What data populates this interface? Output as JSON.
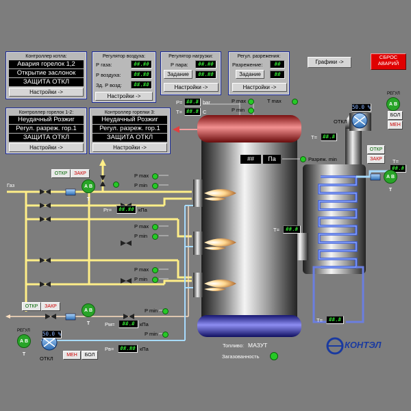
{
  "panels": {
    "boiler_ctrl": {
      "title": "Контроллер котла:",
      "rows": [
        "Авария горелок 1,2",
        "Открытие заслонок",
        "ЗАЩИТА ОТКЛ"
      ],
      "settings": "Настройки ->"
    },
    "air_reg": {
      "title": "Регулятор воздуха:",
      "gas_label": "Р газа:",
      "air_label": "Р воздуха:",
      "setp_label": "Зд. Р возд:",
      "val": "##.##",
      "settings": "Настройки ->"
    },
    "load_reg": {
      "title": "Регулятор нагрузки:",
      "steam_label": "Р пара:",
      "setpoint": "Задание",
      "val": "##.##",
      "settings": "Настройки ->"
    },
    "vac_reg": {
      "title": "Регул. разрежения:",
      "vac_label": "Разрежение:",
      "setpoint": "Задание",
      "val": "##",
      "settings": "Настройки ->"
    },
    "burner12": {
      "title": "Контроллер горелок 1-2:",
      "rows": [
        "Неудачный Розжиг",
        "Регул. разреж. гор.1",
        "ЗАЩИТА ОТКЛ"
      ],
      "settings": "Настройки ->"
    },
    "burner3": {
      "title": "Контроллер горелки 3:",
      "rows": [
        "Неудачный Розжиг",
        "Регул. разреж. гор.1",
        "ЗАЩИТА ОТКЛ"
      ],
      "settings": "Настройки ->"
    }
  },
  "buttons": {
    "graphs": "Графики ->",
    "reset_alarms_1": "СБРОС",
    "reset_alarms_2": "АВАРИЙ"
  },
  "labels": {
    "gas": "Газ",
    "pmax": "P max",
    "pmin": "P min",
    "tmax": "T max",
    "p_eq": "P=",
    "t_eq": "T=",
    "bar": "bar",
    "c": "C",
    "kpa": "кПа",
    "pg": "Рг=",
    "pm": "Рм=",
    "pv": "Рв=",
    "t_val": "T=",
    "hash": "##.#",
    "hash2": "##.##",
    "hash_short": "##",
    "pa": "Па",
    "vac_min": "Разреж. min",
    "otkl": "ОТКЛ",
    "regul": "РЕГУЛ",
    "percent": "50.0 %",
    "fuel_label": "Топливо:",
    "fuel_value": "МАЗУТ",
    "gas_contam": "Загазованность",
    "otkr": "ОТКР",
    "zakr": "ЗАКР",
    "avt": "А В Т",
    "bol": "БОЛ",
    "men": "МЕН"
  },
  "logo": {
    "text": "КОНТЭЛ"
  },
  "colors": {
    "panel_border": "#1a2a9c",
    "value_text": "#39ff39",
    "gas_pipe": "#ffee88",
    "air_pipe": "#a8dcff",
    "flue": "#ffffff",
    "alarm_red": "#e00000",
    "indicator_green": "#26c926"
  }
}
